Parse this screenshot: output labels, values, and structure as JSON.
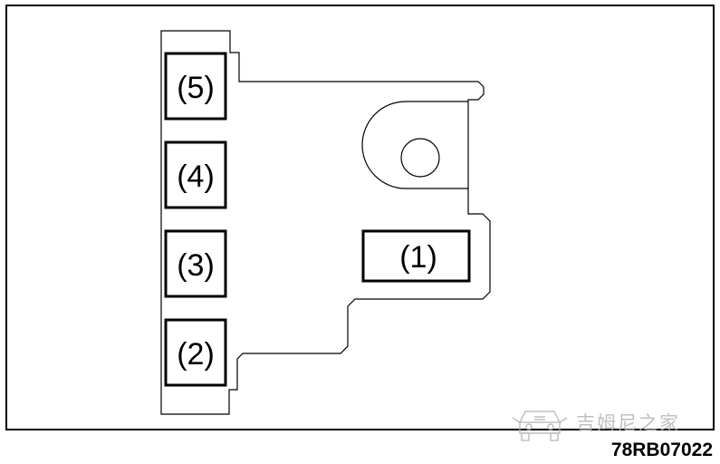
{
  "terminals": {
    "t1": "(1)",
    "t2": "(2)",
    "t3": "(3)",
    "t4": "(4)",
    "t5": "(5)"
  },
  "figure_code": "78RB07022",
  "watermark": {
    "text": "吉姆尼之家",
    "icon": "jeep-icon"
  },
  "colors": {
    "line": "#000000",
    "watermark": "#b5b5b5"
  }
}
